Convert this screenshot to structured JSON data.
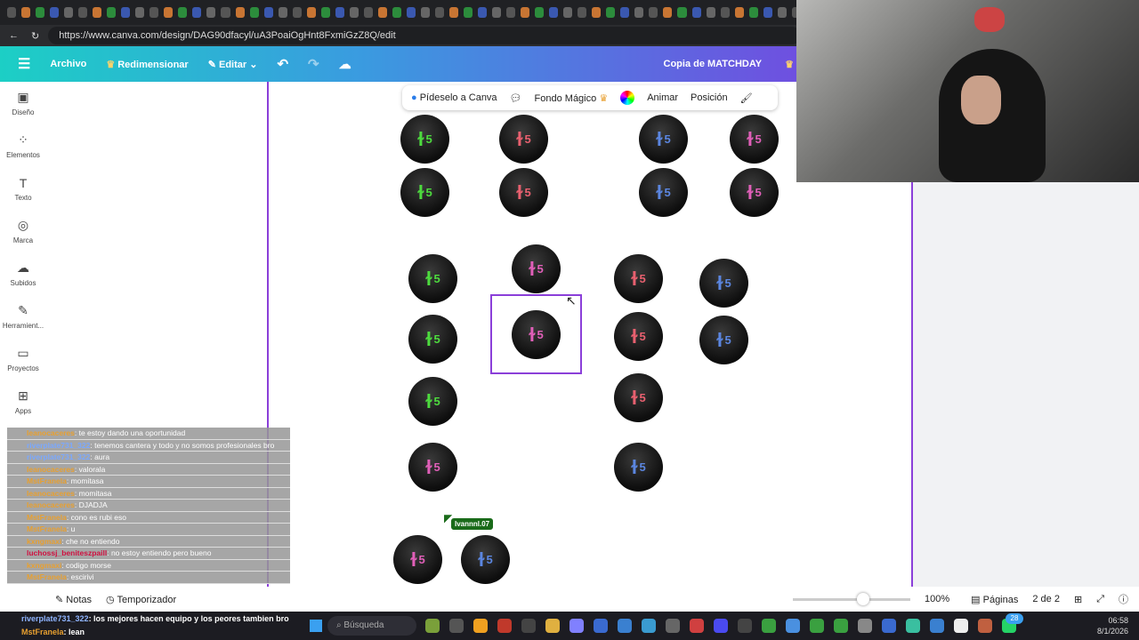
{
  "browser": {
    "url": "https://www.canva.com/design/DAG90dfacyl/uA3PoaiOgHnt8FxmiGzZ8Q/edit"
  },
  "header": {
    "menu": "Archivo",
    "resize": "Redimensionar",
    "edit": "Editar",
    "title": "Copia de MATCHDAY"
  },
  "rail": [
    {
      "icon": "layout-icon",
      "g": "▣",
      "label": "Diseño"
    },
    {
      "icon": "elements-icon",
      "g": "⁘",
      "label": "Elementos"
    },
    {
      "icon": "text-icon",
      "g": "T",
      "label": "Texto"
    },
    {
      "icon": "brand-icon",
      "g": "◎",
      "label": "Marca"
    },
    {
      "icon": "upload-icon",
      "g": "☁",
      "label": "Subidos"
    },
    {
      "icon": "tools-icon",
      "g": "✎",
      "label": "Herramient..."
    },
    {
      "icon": "folder-icon",
      "g": "▭",
      "label": "Proyectos"
    },
    {
      "icon": "apps-icon",
      "g": "⊞",
      "label": "Apps"
    }
  ],
  "toolbar": {
    "ask": "Pídeselo a Canva",
    "bg": "Fondo Mágico",
    "animate": "Animar",
    "position": "Posición"
  },
  "badge_text": "5",
  "colors": {
    "green": "#4ddb3e",
    "red": "#e8606f",
    "blue": "#5b86e0",
    "pink": "#e05fb8",
    "accent": "#8b3fd9"
  },
  "badges": [
    "green",
    "red",
    "blue",
    "pink",
    "green",
    "red",
    "blue",
    "pink",
    "green",
    "pink",
    "red",
    "blue",
    "green",
    "pink",
    "red",
    "blue",
    "green",
    "red",
    "pink",
    "blue",
    "pink",
    "blue"
  ],
  "cursor_label": "Ivannnl.07",
  "chat": [
    {
      "u": "leanocaceres",
      "c": "",
      "m": ": te estoy dando una oportunidad"
    },
    {
      "u": "riverplate731_322",
      "c": "blue",
      "m": ": tenemos cantera y todo y no somos profesionales bro"
    },
    {
      "u": "riverplate731_322",
      "c": "blue",
      "m": ": aura"
    },
    {
      "u": "leanocaceres",
      "c": "",
      "m": ": valorala"
    },
    {
      "u": "MstFranela",
      "c": "",
      "m": ": momitasa"
    },
    {
      "u": "leanocaceres",
      "c": "",
      "m": ": momitasa"
    },
    {
      "u": "leanocaceres",
      "c": "",
      "m": ": DJADJA"
    },
    {
      "u": "MstFranela",
      "c": "",
      "m": ": cono es rubi eso"
    },
    {
      "u": "MstFranela",
      "c": "",
      "m": ": u"
    },
    {
      "u": "kxngmaxi",
      "c": "",
      "m": ": che no entiendo"
    },
    {
      "u": "luchossj_beniteszpaill",
      "c": "red",
      "m": ": no estoy entiendo        pero bueno"
    },
    {
      "u": "kxngmaxi",
      "c": "",
      "m": ": codigo morse"
    },
    {
      "u": "MstFranela",
      "c": "",
      "m": ": escirivi"
    }
  ],
  "chat_overlay": [
    {
      "u": "riverplate731_322",
      "m": ": los mejores hacen equipo y los peores tambien bro"
    },
    {
      "u": "MstFranela",
      "m": ": lean"
    }
  ],
  "footer": {
    "notes": "Notas",
    "timer": "Temporizador",
    "zoom": "100%",
    "zoom_value": 0.6,
    "pages": "Páginas",
    "page_count": "2 de 2"
  },
  "taskbar": {
    "search": "Búsqueda",
    "time": "06:58",
    "date": "8/1/2026",
    "whatsapp_badge": "28"
  }
}
